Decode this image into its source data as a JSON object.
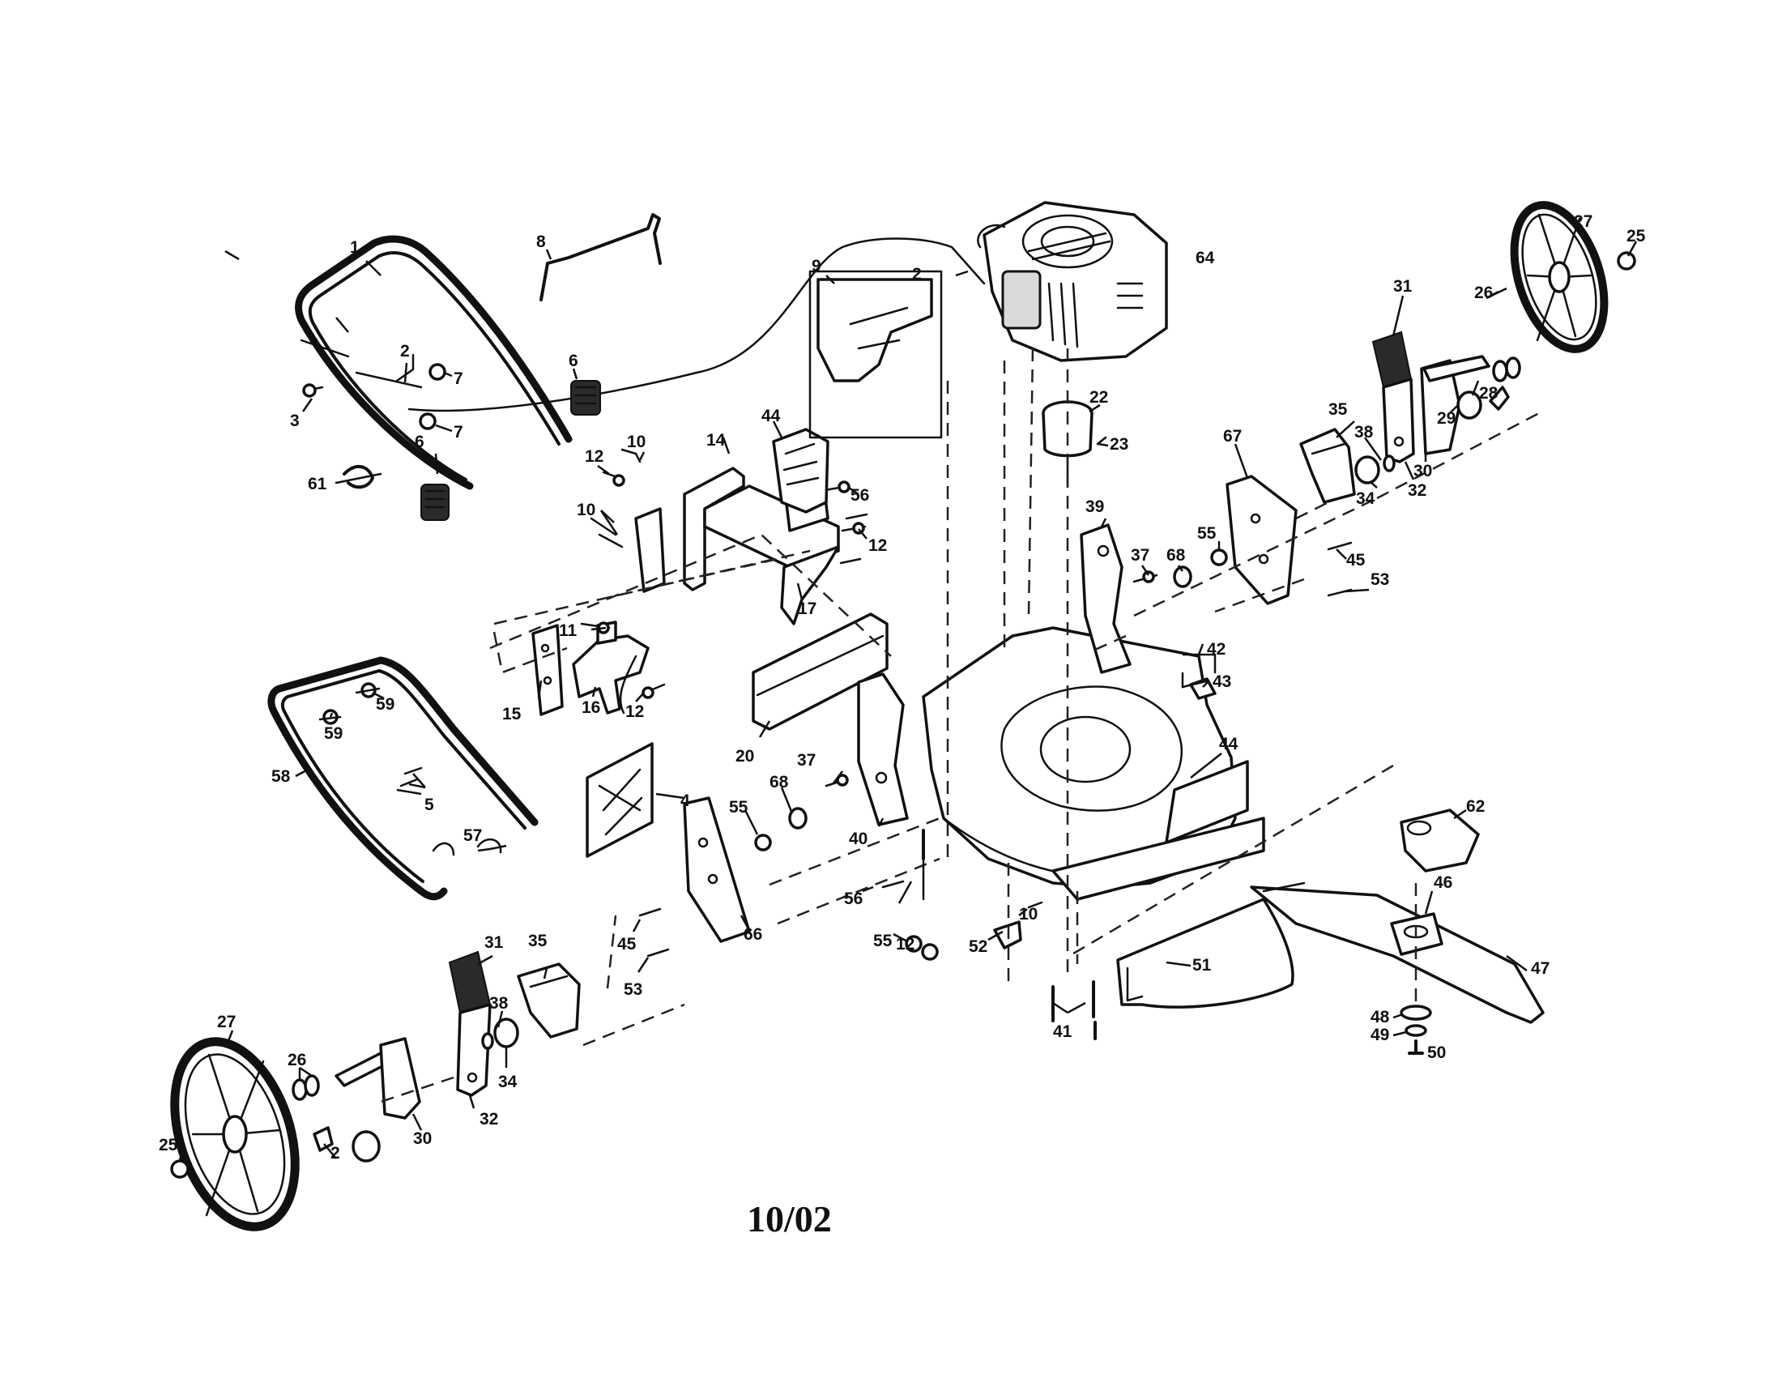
{
  "diagram": {
    "date_code": "10/02",
    "callouts": [
      {
        "id": "c1",
        "text": "1"
      },
      {
        "id": "c2a",
        "text": "2"
      },
      {
        "id": "c2b",
        "text": "2"
      },
      {
        "id": "c2c",
        "text": "2"
      },
      {
        "id": "c3",
        "text": "3"
      },
      {
        "id": "c4",
        "text": "4"
      },
      {
        "id": "c5",
        "text": "5"
      },
      {
        "id": "c6a",
        "text": "6"
      },
      {
        "id": "c6b",
        "text": "6"
      },
      {
        "id": "c7a",
        "text": "7"
      },
      {
        "id": "c7b",
        "text": "7"
      },
      {
        "id": "c8",
        "text": "8"
      },
      {
        "id": "c9",
        "text": "9"
      },
      {
        "id": "c10a",
        "text": "10"
      },
      {
        "id": "c10b",
        "text": "10"
      },
      {
        "id": "c10c",
        "text": "10"
      },
      {
        "id": "c11",
        "text": "11"
      },
      {
        "id": "c12a",
        "text": "12"
      },
      {
        "id": "c12b",
        "text": "12"
      },
      {
        "id": "c12c",
        "text": "12"
      },
      {
        "id": "c12d",
        "text": "12"
      },
      {
        "id": "c14",
        "text": "14"
      },
      {
        "id": "c15",
        "text": "15"
      },
      {
        "id": "c16",
        "text": "16"
      },
      {
        "id": "c17",
        "text": "17"
      },
      {
        "id": "c20",
        "text": "20"
      },
      {
        "id": "c22",
        "text": "22"
      },
      {
        "id": "c23",
        "text": "23"
      },
      {
        "id": "c25a",
        "text": "25"
      },
      {
        "id": "c25b",
        "text": "25"
      },
      {
        "id": "c26a",
        "text": "26"
      },
      {
        "id": "c26b",
        "text": "26"
      },
      {
        "id": "c27a",
        "text": "27"
      },
      {
        "id": "c27b",
        "text": "27"
      },
      {
        "id": "c28",
        "text": "28"
      },
      {
        "id": "c29",
        "text": "29"
      },
      {
        "id": "c30a",
        "text": "30"
      },
      {
        "id": "c30b",
        "text": "30"
      },
      {
        "id": "c31a",
        "text": "31"
      },
      {
        "id": "c31b",
        "text": "31"
      },
      {
        "id": "c32a",
        "text": "32"
      },
      {
        "id": "c32b",
        "text": "32"
      },
      {
        "id": "c34a",
        "text": "34"
      },
      {
        "id": "c34b",
        "text": "34"
      },
      {
        "id": "c35a",
        "text": "35"
      },
      {
        "id": "c35b",
        "text": "35"
      },
      {
        "id": "c37a",
        "text": "37"
      },
      {
        "id": "c37b",
        "text": "37"
      },
      {
        "id": "c38a",
        "text": "38"
      },
      {
        "id": "c38b",
        "text": "38"
      },
      {
        "id": "c39",
        "text": "39"
      },
      {
        "id": "c40",
        "text": "40"
      },
      {
        "id": "c41",
        "text": "41"
      },
      {
        "id": "c42",
        "text": "42"
      },
      {
        "id": "c43",
        "text": "43"
      },
      {
        "id": "c44a",
        "text": "44"
      },
      {
        "id": "c44b",
        "text": "44"
      },
      {
        "id": "c45a",
        "text": "45"
      },
      {
        "id": "c45b",
        "text": "45"
      },
      {
        "id": "c46",
        "text": "46"
      },
      {
        "id": "c47",
        "text": "47"
      },
      {
        "id": "c48",
        "text": "48"
      },
      {
        "id": "c49",
        "text": "49"
      },
      {
        "id": "c50",
        "text": "50"
      },
      {
        "id": "c51",
        "text": "51"
      },
      {
        "id": "c52",
        "text": "52"
      },
      {
        "id": "c53a",
        "text": "53"
      },
      {
        "id": "c53b",
        "text": "53"
      },
      {
        "id": "c55a",
        "text": "55"
      },
      {
        "id": "c55b",
        "text": "55"
      },
      {
        "id": "c55c",
        "text": "55"
      },
      {
        "id": "c56a",
        "text": "56"
      },
      {
        "id": "c56b",
        "text": "56"
      },
      {
        "id": "c57",
        "text": "57"
      },
      {
        "id": "c58",
        "text": "58"
      },
      {
        "id": "c59a",
        "text": "59"
      },
      {
        "id": "c59b",
        "text": "59"
      },
      {
        "id": "c61",
        "text": "61"
      },
      {
        "id": "c62",
        "text": "62"
      },
      {
        "id": "c64",
        "text": "64"
      },
      {
        "id": "c66",
        "text": "66"
      },
      {
        "id": "c67",
        "text": "67"
      },
      {
        "id": "c68a",
        "text": "68"
      },
      {
        "id": "c68b",
        "text": "68"
      }
    ]
  }
}
